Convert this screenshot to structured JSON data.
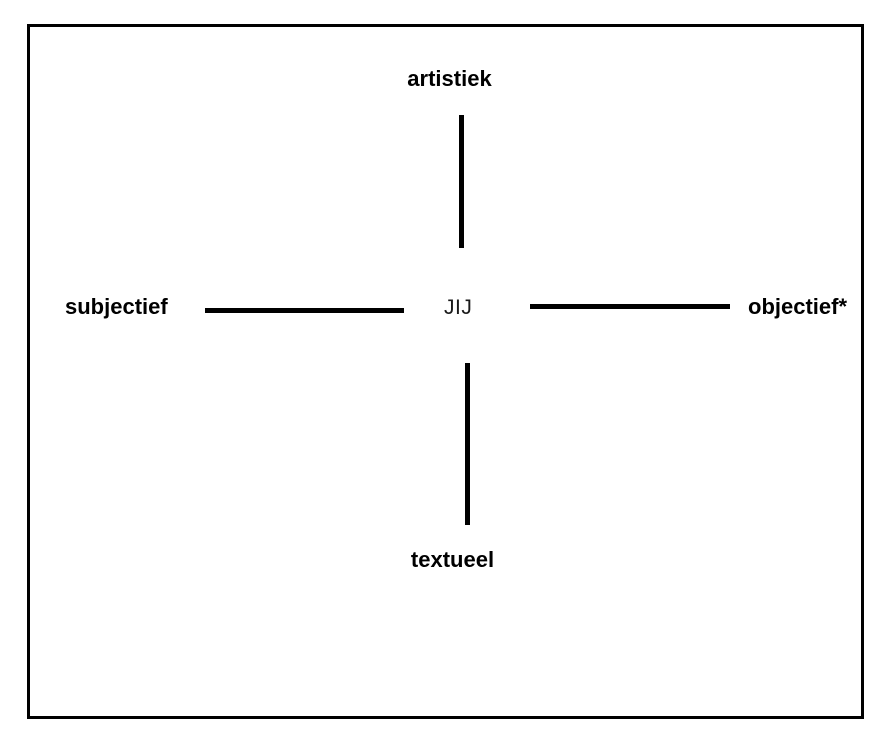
{
  "diagram": {
    "type": "axis-cross",
    "center": {
      "label": "JIJ"
    },
    "poles": {
      "top": "artistiek",
      "bottom": "textueel",
      "left": "subjectief",
      "right": "objectief*"
    },
    "colors": {
      "stroke": "#000000",
      "background": "#ffffff",
      "center_text": "#1a1a1a"
    }
  }
}
